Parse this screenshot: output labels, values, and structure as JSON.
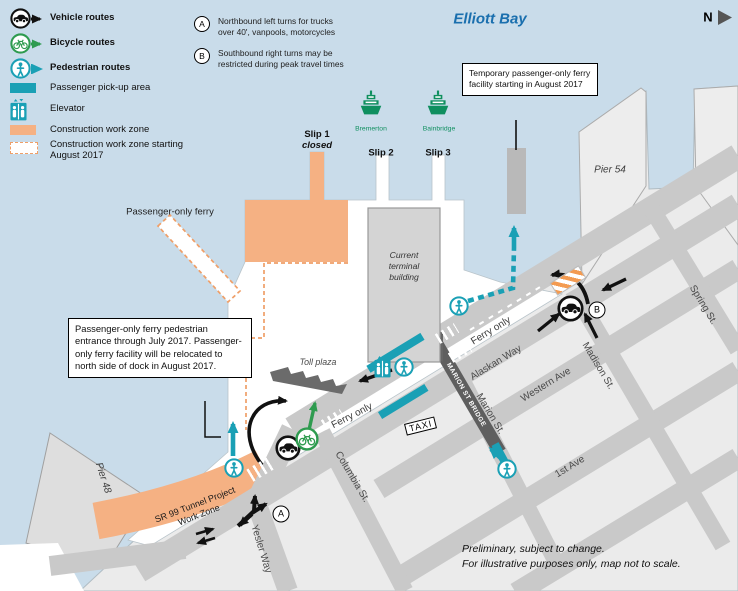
{
  "map": {
    "bay": "Elliott Bay",
    "north": "N",
    "legend": {
      "items": [
        {
          "icon": "vehicle-icon",
          "label": "Vehicle routes"
        },
        {
          "icon": "bicycle-icon",
          "label": "Bicycle routes"
        },
        {
          "icon": "pedestrian-icon",
          "label": "Pedestrian routes"
        },
        {
          "icon": "pickup-swatch",
          "label": "Passenger pick-up area"
        },
        {
          "icon": "elevator-icon",
          "label": "Elevator"
        },
        {
          "icon": "construction-swatch",
          "label": "Construction work zone"
        },
        {
          "icon": "construction-dashed-swatch",
          "label": "Construction work zone starting August 2017"
        }
      ]
    },
    "notes": [
      {
        "key": "A",
        "text": "Northbound left turns for trucks over 40', vanpools, motorcycles"
      },
      {
        "key": "B",
        "text": "Southbound right turns may be restricted during peak travel times"
      }
    ],
    "callouts": {
      "temp_ferry": "Temporary passenger-only ferry facility starting in August 2017",
      "entrance": "Passenger-only ferry pedestrian entrance through July 2017. Passenger-only ferry facility will be relocated to north side of dock in August 2017."
    },
    "slips": {
      "slip1_line1": "Slip 1",
      "slip1_line2": "closed",
      "bremerton": "Bremerton",
      "slip2": "Slip 2",
      "bainbridge": "Bainbridge",
      "slip3": "Slip 3"
    },
    "labels": {
      "pier54": "Pier 54",
      "pier48": "Pier 48",
      "passenger_only_ferry": "Passenger-only ferry",
      "terminal": "Current terminal building",
      "toll_plaza": "Toll plaza",
      "ferry_only_upper": "Ferry only",
      "ferry_only_lower": "Ferry only",
      "taxi": "TAXI",
      "marion_bridge": "MARION ST BRIDGE",
      "sr99_line1": "SR 99 Tunnel Project",
      "sr99_line2": "Work Zone",
      "marker_a": "A",
      "marker_b": "B"
    },
    "streets": {
      "alaskan": "Alaskan Way",
      "western": "Western Ave",
      "first": "1st Ave",
      "madison": "Madison St.",
      "marion": "Marion St.",
      "spring": "Spring St.",
      "columbia": "Columbia St.",
      "yesler": "Yesler Way"
    },
    "footer_line1": "Preliminary, subject to change.",
    "footer_line2": "For illustrative purposes only, map not to scale.",
    "colors": {
      "water": "#c9dcea",
      "block": "#ebebeb",
      "road": "#c9c9c9",
      "dark_road": "#5f5f5f",
      "construction": "#f5b183",
      "teal": "#1aa0b5",
      "ferry_green": "#0f8f5f",
      "bike_green": "#2e9b4f",
      "bay_text": "#1a6fae"
    }
  }
}
